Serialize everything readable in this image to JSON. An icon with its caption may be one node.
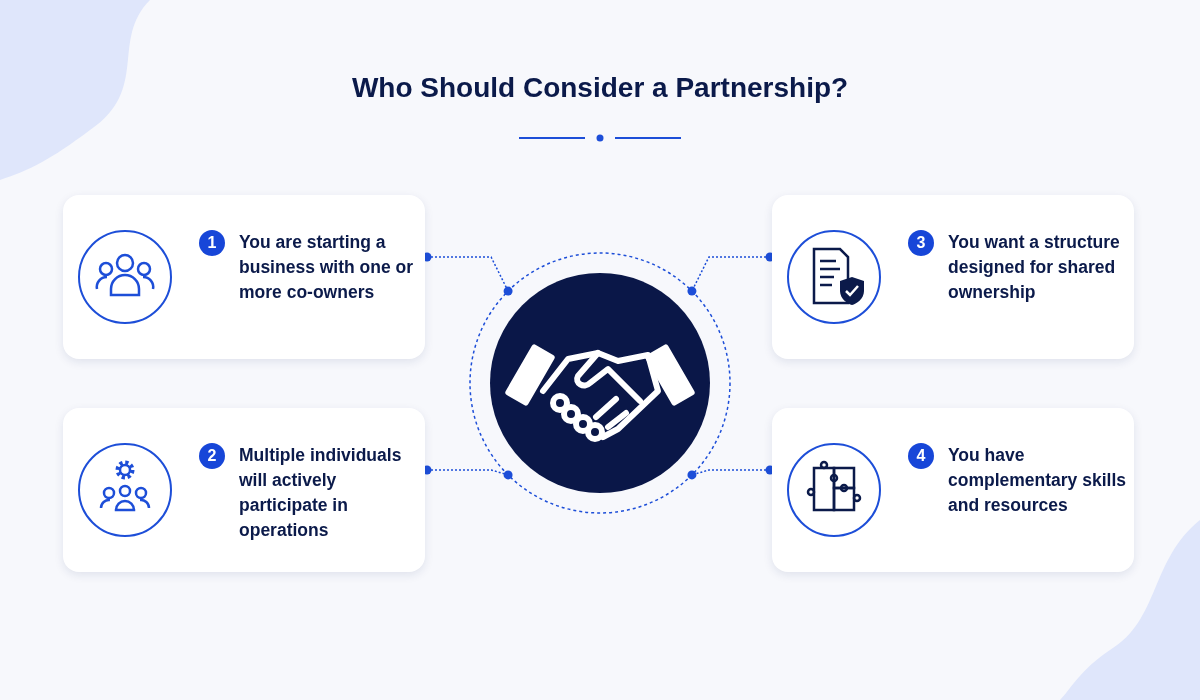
{
  "diagram": {
    "title": "Who Should Consider a Partnership?",
    "nodes": [
      {
        "text": [
          "1",
          "You are starting a business with one or more co-owners"
        ]
      },
      {
        "text": [
          "2",
          "Multiple individuals will actively participate in operations"
        ]
      },
      {
        "text": [
          "3",
          "You want a structure designed for shared ownership"
        ]
      },
      {
        "text": [
          "4",
          "You have complementary skills and resources"
        ]
      },
      {
        "text": [],
        "shape": "picture"
      }
    ],
    "edges": [
      {
        "from": 0,
        "to": 4,
        "arrow": "other",
        "style": "dashed"
      },
      {
        "from": 1,
        "to": 4,
        "arrow": "other",
        "style": "dashed"
      },
      {
        "from": 2,
        "to": 4,
        "arrow": "other",
        "style": "dashed"
      },
      {
        "from": 3,
        "to": 4,
        "arrow": "other",
        "style": "dashed"
      }
    ]
  }
}
